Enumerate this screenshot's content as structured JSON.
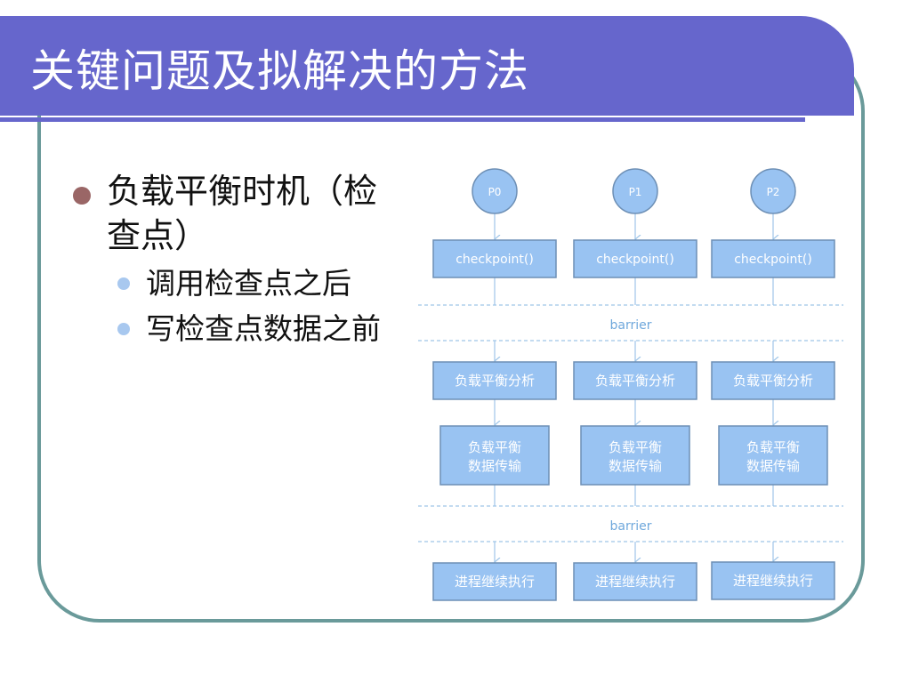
{
  "slide": {
    "title": "关键问题及拟解决的方法"
  },
  "bullets": {
    "main": "负载平衡时机（检查点）",
    "subs": [
      "调用检查点之后",
      "写检查点数据之前"
    ]
  },
  "diagram": {
    "processes": [
      "P0",
      "P1",
      "P2"
    ],
    "checkpoint": "checkpoint()",
    "barrier": "barrier",
    "analysis": "负载平衡分析",
    "transfer_line1": "负载平衡",
    "transfer_line2": "数据传输",
    "continue": "进程继续执行"
  },
  "colors": {
    "title_bar": "#6666cc",
    "frame": "#6a9a9a",
    "box_fill": "#99c3f2",
    "box_stroke": "#6d8fb5",
    "connector": "#9fc5e8",
    "barrier_text": "#6fa8dc"
  }
}
